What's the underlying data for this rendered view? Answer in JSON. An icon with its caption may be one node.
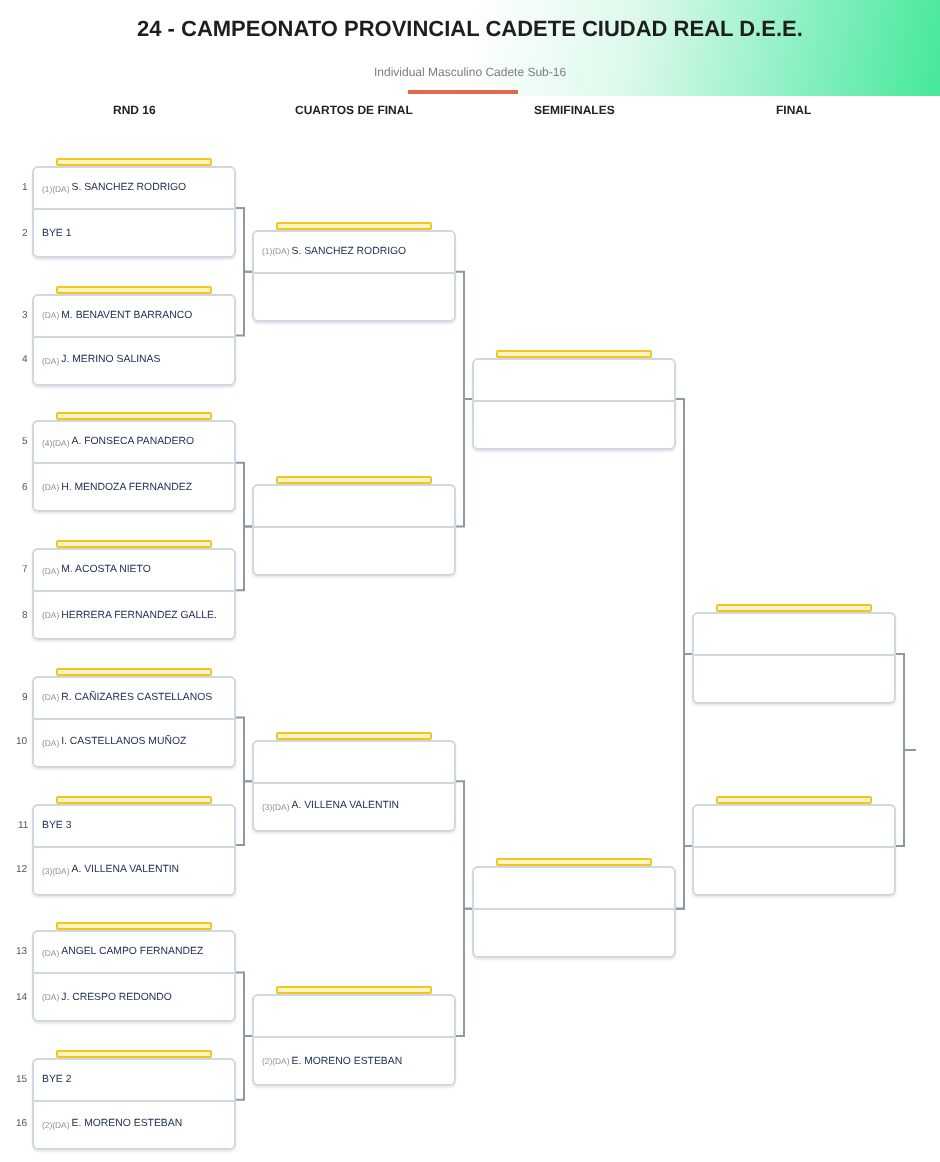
{
  "diagram": {
    "title": "24 - CAMPEONATO PROVINCIAL CADETE CIUDAD REAL D.E.E.",
    "nodes": [
      {
        "text": [],
        "shape": "box"
      },
      {
        "text": [
          "(1)(DA)",
          "S. SANCHEZ RODRIGO"
        ],
        "beside": [
          "1"
        ],
        "in": 0
      },
      {
        "text": [
          "BYE 1"
        ],
        "beside": [
          "2"
        ],
        "in": 0
      },
      {
        "text": [],
        "shape": "box"
      },
      {
        "text": [
          "(DA)",
          "M. BENAVENT BARRANCO"
        ],
        "beside": [
          "3"
        ],
        "in": 3
      },
      {
        "text": [
          "(DA)",
          "J. MERINO SALINAS"
        ],
        "beside": [
          "4"
        ],
        "in": 3
      },
      {
        "text": [],
        "shape": "box"
      },
      {
        "text": [
          "(4)(DA)",
          "A. FONSECA PANADERO"
        ],
        "beside": [
          "5"
        ],
        "in": 6
      },
      {
        "text": [
          "(DA)",
          "H. MENDOZA FERNANDEZ"
        ],
        "beside": [
          "6"
        ],
        "in": 6
      },
      {
        "text": [],
        "shape": "box"
      },
      {
        "text": [
          "(DA)",
          "M. ACOSTA NIETO"
        ],
        "beside": [
          "7"
        ],
        "in": 9
      },
      {
        "text": [
          "(DA)",
          "HERRERA FERNANDEZ GALLE."
        ],
        "beside": [
          "8"
        ],
        "in": 9
      },
      {
        "text": [],
        "shape": "box"
      },
      {
        "text": [
          "(DA)",
          "R. CAÑIZARES CASTELLANOS"
        ],
        "beside": [
          "9"
        ],
        "in": 12
      },
      {
        "text": [
          "(DA)",
          "I. CASTELLANOS MUÑOZ"
        ],
        "beside": [
          "10"
        ],
        "in": 12
      },
      {
        "text": [],
        "shape": "box"
      },
      {
        "text": [
          "BYE 3"
        ],
        "beside": [
          "11"
        ],
        "in": 15
      },
      {
        "text": [
          "(3)(DA)",
          "A. VILLENA VALENTIN"
        ],
        "beside": [
          "12"
        ],
        "in": 15
      },
      {
        "text": [],
        "shape": "box"
      },
      {
        "text": [
          "(DA)",
          "ANGEL CAMPO FERNANDEZ"
        ],
        "beside": [
          "13"
        ],
        "in": 18
      },
      {
        "text": [
          "(DA)",
          "J. CRESPO REDONDO"
        ],
        "beside": [
          "14"
        ],
        "in": 18
      },
      {
        "text": [],
        "shape": "box"
      },
      {
        "text": [
          "BYE 2"
        ],
        "beside": [
          "15"
        ],
        "in": 21
      },
      {
        "text": [
          "(2)(DA)",
          "E. MORENO ESTEBAN"
        ],
        "beside": [
          "16"
        ],
        "in": 21
      },
      {
        "text": [],
        "shape": "box"
      },
      {
        "text": [
          "(1)(DA)",
          "S. SANCHEZ RODRIGO"
        ],
        "in": 24
      },
      {
        "text": [],
        "shape": "box"
      },
      {
        "text": [],
        "shape": "box"
      },
      {
        "text": [
          "(3)(DA)",
          "A. VILLENA VALENTIN"
        ],
        "in": 27
      },
      {
        "text": [],
        "shape": "box"
      },
      {
        "text": [
          "(2)(DA)",
          "E. MORENO ESTEBAN"
        ],
        "in": 29
      },
      {
        "text": [],
        "shape": "box"
      },
      {
        "text": [],
        "shape": "box"
      },
      {
        "text": [],
        "shape": "box"
      },
      {
        "text": [],
        "shape": "box"
      }
    ],
    "edges": [
      {
        "from": 0,
        "to": 24,
        "arrow": "none"
      },
      {
        "from": 3,
        "to": 24,
        "arrow": "none"
      },
      {
        "from": 6,
        "to": 26,
        "arrow": "none"
      },
      {
        "from": 9,
        "to": 26,
        "arrow": "none"
      },
      {
        "from": 12,
        "to": 27,
        "arrow": "none"
      },
      {
        "from": 15,
        "to": 27,
        "arrow": "none"
      },
      {
        "from": 18,
        "to": 29,
        "arrow": "none"
      },
      {
        "from": 21,
        "to": 29,
        "arrow": "none"
      },
      {
        "from": 24,
        "to": 31,
        "arrow": "none"
      },
      {
        "from": 26,
        "to": 31,
        "arrow": "none"
      },
      {
        "from": 27,
        "to": 32,
        "arrow": "none"
      },
      {
        "from": 29,
        "to": 32,
        "arrow": "none"
      },
      {
        "from": 31,
        "to": 33,
        "arrow": "none"
      },
      {
        "from": 32,
        "to": 33,
        "arrow": "none"
      },
      {
        "from": 31,
        "to": 34,
        "arrow": "none"
      },
      {
        "from": 32,
        "to": 34,
        "arrow": "none"
      },
      {
        "from": 33,
        "to": null,
        "arrow": "none"
      },
      {
        "from": 34,
        "to": null,
        "arrow": "none"
      }
    ],
    "labels": [
      "Individual Masculino Cadete Sub-16",
      "RND 16",
      "CUARTOS DE FINAL",
      "SEMIFINALES",
      "FINAL"
    ]
  }
}
